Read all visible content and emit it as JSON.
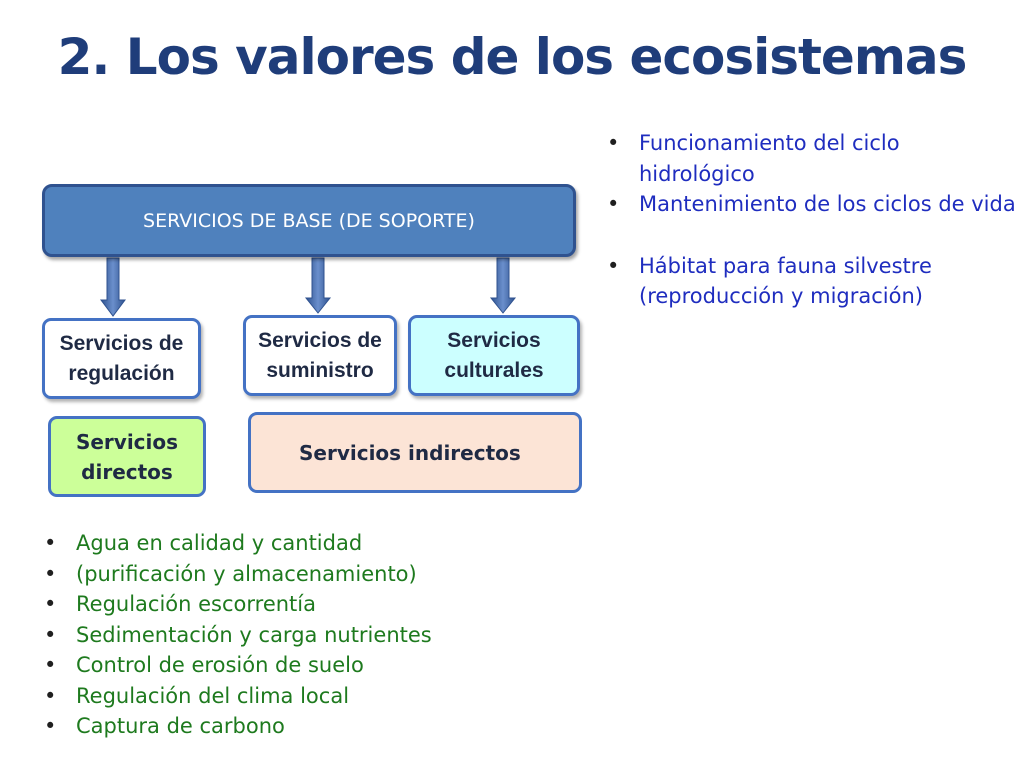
{
  "title": "2. Los valores de los ecosistemas",
  "diagram": {
    "base": "SERVICIOS DE BASE (DE SOPORTE)",
    "regulacion": [
      "Servicios de",
      "regulación"
    ],
    "suministro": [
      "Servicios de",
      "suministro"
    ],
    "culturales": [
      "Servicios",
      "culturales"
    ],
    "directos": [
      "Servicios",
      "directos"
    ],
    "indirectos": "Servicios indirectos"
  },
  "colors": {
    "title": "#1f3d7a",
    "base_fill": "#4f81bd",
    "culturales_fill": "#ccffff",
    "directos_fill": "#ccff99",
    "indirectos_fill": "#fce4d6",
    "right_text": "#1f2dbf",
    "bottom_text": "#1e7a1e"
  },
  "right_bullets": [
    "Funcionamiento del ciclo hidrológico",
    "Mantenimiento de los ciclos de vida",
    "Hábitat para fauna silvestre (reproducción y migración)"
  ],
  "bottom_bullets": [
    "Agua en calidad y cantidad",
    "(purificación y almacenamiento)",
    "Regulación escorrentía",
    "Sedimentación y carga nutrientes",
    "Control de erosión de suelo",
    "Regulación del clima local",
    "Captura de carbono"
  ]
}
